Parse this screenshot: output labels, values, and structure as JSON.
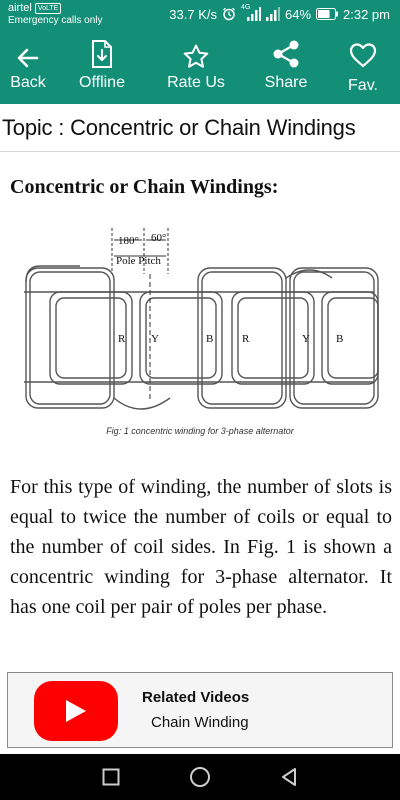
{
  "status_bar": {
    "carrier": "airtel",
    "volte": "VoLTE",
    "emergency": "Emergency calls only",
    "net_speed": "33.7 K/s",
    "network_type": "4G",
    "battery": "64%",
    "time": "2:32 pm"
  },
  "toolbar": {
    "back_label": "Back",
    "offline_label": "Offline",
    "rate_label": "Rate Us",
    "share_label": "Share",
    "fav_label": "Fav.",
    "color": "#148f77"
  },
  "topic": {
    "title": "Topic : Concentric or Chain Windings"
  },
  "content": {
    "heading": "Concentric or Chain Windings:",
    "figure": {
      "dim_180": "180°",
      "dim_60": "60°",
      "pole_pitch": "Pole Pitch",
      "phase_labels": [
        "R",
        "Y",
        "B",
        "R",
        "Y",
        "B"
      ],
      "caption": "Fig: 1 concentric winding for 3-phase alternator"
    },
    "paragraph": "For this type of winding, the number of slots is equal to twice the number of coils or equal to the number of coil sides. In Fig. 1 is shown a concentric winding for 3-phase alternator. It has one coil per pair of poles per phase."
  },
  "related": {
    "title": "Related Videos",
    "subtitle": "Chain Winding",
    "icon": "youtube-play-icon"
  },
  "navbar": {
    "recents": "square-icon",
    "home": "circle-icon",
    "back": "triangle-back-icon"
  }
}
